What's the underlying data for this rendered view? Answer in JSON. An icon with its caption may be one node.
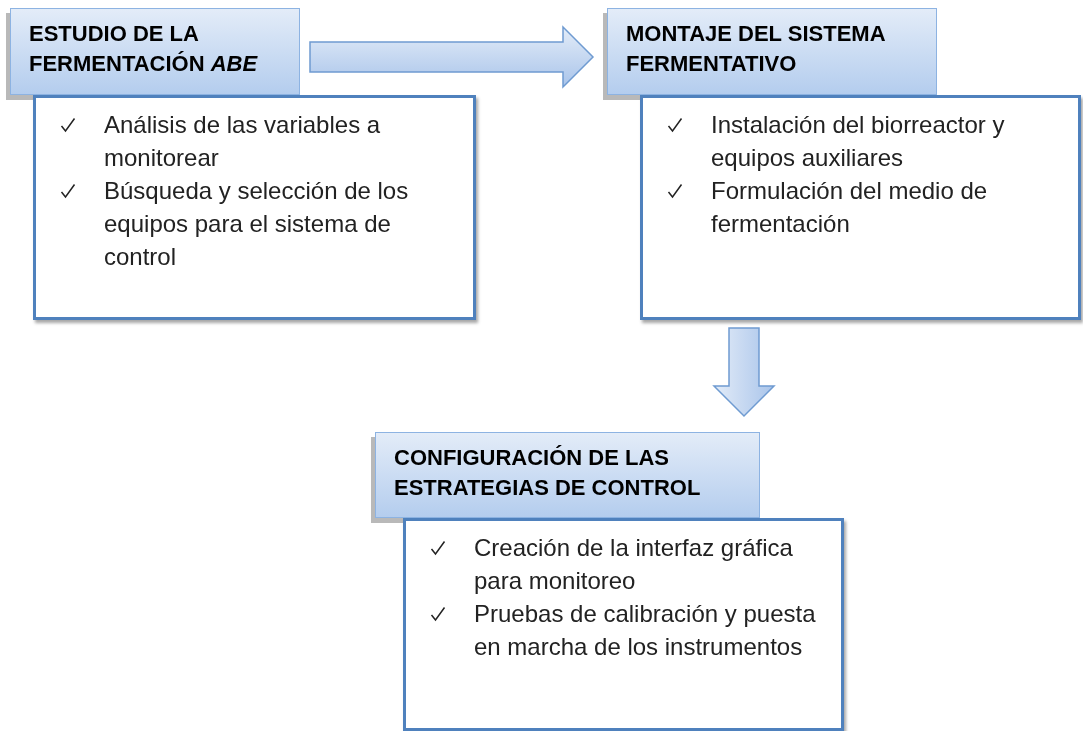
{
  "diagram": {
    "nodes": [
      {
        "text": [
          "ESTUDIO DE LA FERMENTACIÓN *ABE*"
        ]
      },
      {
        "text": [
          "Análisis de las variables a monitorear",
          "Búsqueda y selección de los equipos para el sistema de control"
        ]
      },
      {
        "text": [
          "MONTAJE DEL SISTEMA FERMENTATIVO"
        ]
      },
      {
        "text": [
          "Instalación del biorreactor y equipos auxiliares",
          "Formulación del medio de fermentación"
        ]
      },
      {
        "text": [
          "CONFIGURACIÓN DE LAS ESTRATEGIAS DE CONTROL"
        ]
      },
      {
        "text": [
          "Creación de la interfaz gráfica para monitoreo",
          "Pruebas de calibración y puesta en marcha de los instrumentos"
        ]
      }
    ],
    "edges": [
      {
        "from": 0,
        "to": 2,
        "arrow": "to"
      },
      {
        "from": 3,
        "to": 4,
        "arrow": "to"
      }
    ]
  }
}
